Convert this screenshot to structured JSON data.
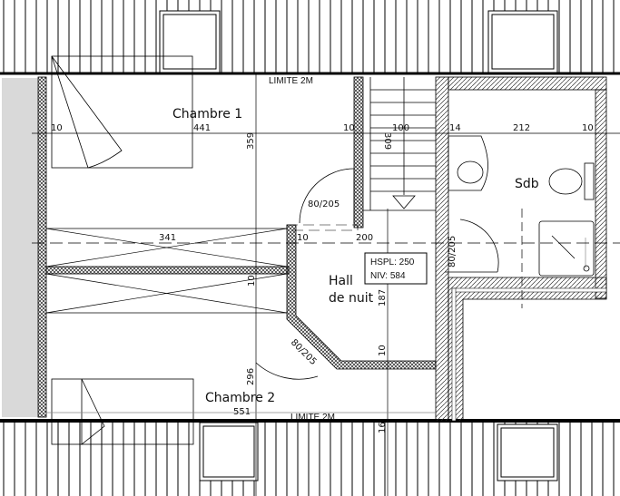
{
  "rooms": {
    "chambre1": "Chambre 1",
    "chambre2": "Chambre 2",
    "hall_line1": "Hall",
    "hall_line2": "de nuit",
    "sdb": "Sdb"
  },
  "limits": {
    "top": "LIMITE 2M",
    "bottom": "LIMITE 2M"
  },
  "info_box": {
    "hspl": "HSPL: 250",
    "niv": "NIV: 584"
  },
  "dimensions": {
    "c1_left": "10",
    "c1_width": "441",
    "c1_right": "10",
    "c1_height": "359",
    "stair_309": "309",
    "stair_100": "100",
    "sdb_14": "14",
    "sdb_212": "212",
    "sdb_10": "10",
    "door_c1": "80/205",
    "door_sdb": "80/205",
    "door_c2": "80/205",
    "corr_341": "341",
    "hall_10": "10",
    "hall_200": "200",
    "wall_10_v": "10",
    "hall_187": "187",
    "hall_10_v": "10",
    "c2_296": "296",
    "c2_551": "551",
    "bottom_16": "16"
  }
}
